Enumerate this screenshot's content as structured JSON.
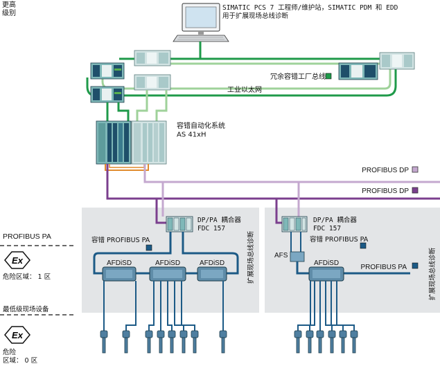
{
  "colors": {
    "green": "#1f9a4a",
    "light_green": "#9fd29a",
    "purple": "#7b3f8e",
    "light_purple": "#c4a8cf",
    "orange": "#e08a2c",
    "blue": "#1c5a86",
    "zone_gray": "#e3e5e7",
    "module_teal": "#7fb8b8",
    "module_light": "#d3e4e4"
  },
  "labels": {
    "higher_level": "更高\n级别",
    "workstation": "SIMATIC PCS 7 工程师/维护站，SIMATIC PDM 和 EDD\n用于扩展现场总线诊断",
    "redundant_plant_bus": "冗余容错工厂总线",
    "industrial_ethernet": "工业以太网",
    "as_system": "容错自动化系统\nAS 41xH",
    "profibus_dp_1": "PROFIBUS DP",
    "profibus_dp_2": "PROFIBUS DP",
    "profibus_pa_left": "PROFIBUS PA",
    "coupler_left": "DP/PA 耦合器\nFDC 157",
    "coupler_right": "DP/PA 耦合器\nFDC 157",
    "ft_pa_left": "容错 PROFIBUS PA",
    "ft_pa_right": "容错 PROFIBUS PA",
    "afs": "AFS",
    "profibus_pa_right": "PROFIBUS PA",
    "hazard_zone1": "危险区域： 1 区",
    "lowest_field": "最低级现场设备",
    "hazard_zone0": "危险\n区域： 0 区",
    "ext_diag_left": "扩展现场总线诊断",
    "ext_diag_right": "扩展现场总线诊断",
    "ex_symbol": "Ex"
  },
  "afdisd": [
    "AFDiSD",
    "AFDiSD",
    "AFDiSD",
    "AFDiSD"
  ]
}
